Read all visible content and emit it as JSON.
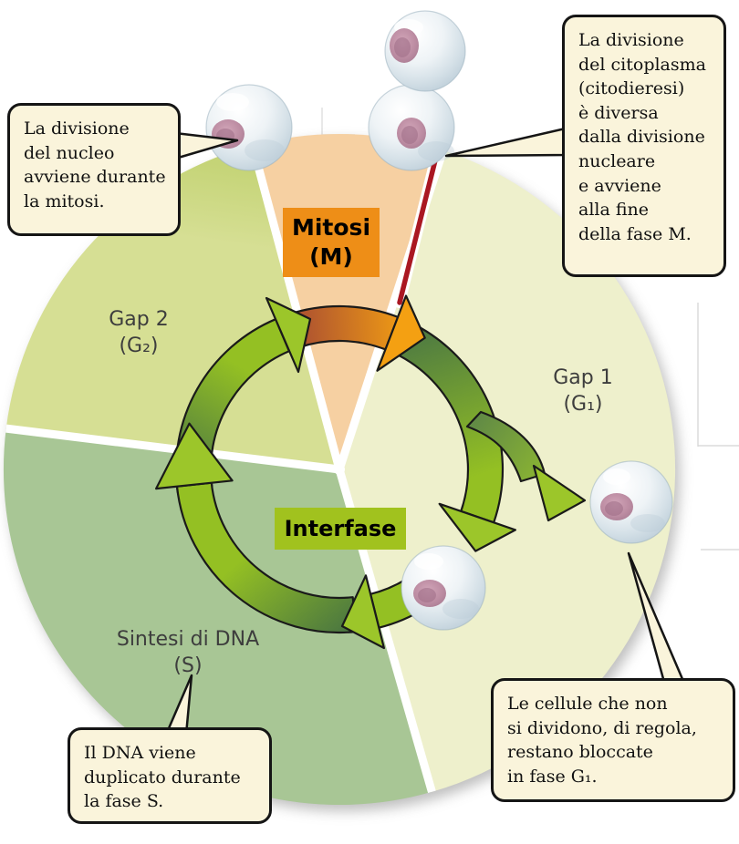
{
  "figure": {
    "description": "Ciclo cellulare (cell cycle) diagram",
    "callouts": {
      "nucleus": {
        "text": "La divisione\ndel nucleo\navviene durante\nla mitosi."
      },
      "cytokinesis": {
        "text": "La divisione\ndel citoplasma\n(citodieresi)\nè diversa\ndalla divisione\nnucleare\ne avviene\nalla fine\ndella fase M."
      },
      "dna": {
        "text": "Il DNA viene\nduplicato durante\nla fase S."
      },
      "g0": {
        "text": "Le cellule che non\nsi dividono, di regola,\nrestano bloccate\nin fase G₁."
      }
    },
    "phases": {
      "mitosis": {
        "label": "Mitosi\n(M)"
      },
      "interphase": {
        "label": "Interfase"
      },
      "gap2": {
        "label": "Gap 2\n(G₂)"
      },
      "gap1": {
        "label": "Gap 1\n(G₁)"
      },
      "synthesis": {
        "label": "Sintesi di DNA\n(S)"
      }
    },
    "colors": {
      "mitosis_sector": "#F6D0A2",
      "mitosis_box": "#EE8E17",
      "g1_sector": "#EEF0CC",
      "g2_sector": "#D6DF94",
      "s_sector": "#A8C695",
      "interphase_box": "#A1C21E",
      "arrow_green_bright": "#94C023",
      "arrow_green_dark": "#507C41",
      "arrow_orange": "#F4A012",
      "arrow_orange_dark": "#AE5330",
      "cytokinesis_marker_red": "#AA1722",
      "callout_background": "#FAF4DB"
    },
    "figures": {
      "cells": [
        "cell-entering-mitosis",
        "dividing-cell-pair",
        "cell-on-cycle-in-g1",
        "cell-blocked-in-g1"
      ]
    }
  }
}
